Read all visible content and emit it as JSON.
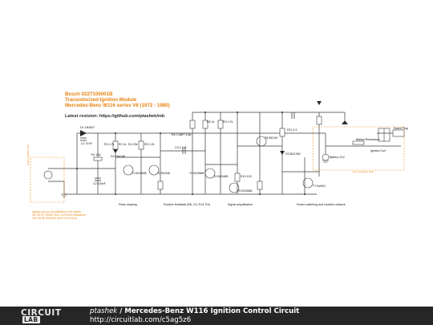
{
  "diagram": {
    "title_lines": [
      "Bosch 0227100001B",
      "Transistorized Ignition Module",
      "Mercedes-Benz W116 series V8 (1972 - 1980)"
    ],
    "revision": "Latest revision: https://github.com/ptashek/mb",
    "component_labels": [
      {
        "id": "D1",
        "text": "D1 1N4007"
      },
      {
        "id": "C1",
        "text": "C1 47uF"
      },
      {
        "id": "D2",
        "text": "D2 1N4148"
      },
      {
        "id": "R1",
        "text": "R1 10k"
      },
      {
        "id": "R2",
        "text": "R2 1k"
      },
      {
        "id": "C2",
        "text": "C2 100nF"
      },
      {
        "id": "R3",
        "text": "R3 4.7k"
      },
      {
        "id": "R4",
        "text": "R4 22k"
      },
      {
        "id": "T1",
        "text": "T1 BC546B"
      },
      {
        "id": "R5",
        "text": "R5 2.2k"
      },
      {
        "id": "T2",
        "text": "T2 BC546"
      },
      {
        "id": "C3",
        "text": "C3 4.7nF"
      },
      {
        "id": "R6",
        "text": "R6 3.3k"
      },
      {
        "id": "R7",
        "text": "R7 6.8k"
      },
      {
        "id": "T3",
        "text": "T3 BC556B"
      },
      {
        "id": "R8",
        "text": "R8 1k"
      },
      {
        "id": "T4",
        "text": "T4 BC546B"
      },
      {
        "id": "R9",
        "text": "R9 4.7k"
      },
      {
        "id": "T5",
        "text": "T5 BC556B"
      },
      {
        "id": "T6",
        "text": "T6 BD139"
      },
      {
        "id": "R10",
        "text": "R10 100"
      },
      {
        "id": "T7",
        "text": "T7 BU931"
      },
      {
        "id": "D3",
        "text": "D3 BZX350"
      },
      {
        "id": "R11",
        "text": "R11 0.3"
      },
      {
        "id": "RB",
        "text": "Ballast Resistance"
      },
      {
        "id": "COIL",
        "text": "Ignition Coil"
      },
      {
        "id": "SPARK",
        "text": "Spark Plug"
      },
      {
        "id": "BAT",
        "text": "Battery 12V"
      }
    ],
    "section_captions": [
      "Pulse shaping",
      "Positive feedback (R6, C3, R13, R4)",
      "Signal amplification",
      "Power switching and snubber network"
    ],
    "external_labels": {
      "pickup_box": "External ignition Parts",
      "ignition_box": "External ignition Parts"
    },
    "pickup_notes": [
      "Ignition pick-up coil (distributor) fuel system",
      "1N-750 @ 750mm (M117 4/4.5 ohm resistance)",
      "200-750 @ 900mmm (M117 4/4.5 ohm)"
    ],
    "colors": {
      "title": "#e8820d",
      "orange": "#f08a1a",
      "wire": "#3a3a3a"
    }
  },
  "footer": {
    "logo_top": "CIRCUIT",
    "logo_bottom_a": "",
    "logo_bottom_b": "LAB",
    "author": "ptashek",
    "separator": " / ",
    "title": "Mercedes-Benz W116 Ignition Control Circuit",
    "url": "http://circuitlab.com/c5ag5z6"
  }
}
